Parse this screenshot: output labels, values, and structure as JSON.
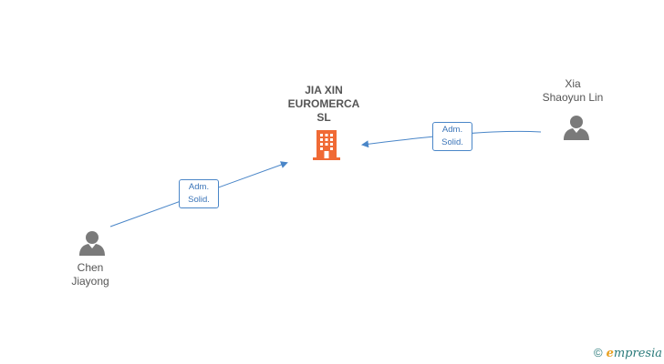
{
  "company": {
    "name_lines": [
      "JIA XIN",
      "EUROMERCA",
      "SL"
    ],
    "icon": "building-icon",
    "color": "#f06a35"
  },
  "persons": [
    {
      "id": "xia",
      "name_lines": [
        "Xia",
        "Shaoyun Lin"
      ],
      "icon": "person-icon"
    },
    {
      "id": "chen",
      "name_lines": [
        "Chen",
        "Jiayong"
      ],
      "icon": "person-icon"
    }
  ],
  "edges": [
    {
      "from": "xia",
      "to": "company",
      "label_lines": [
        "Adm.",
        "Solid."
      ]
    },
    {
      "from": "chen",
      "to": "company",
      "label_lines": [
        "Adm.",
        "Solid."
      ]
    }
  ],
  "colors": {
    "edge": "#4a86c8",
    "person": "#7a7a7a",
    "text": "#555555"
  },
  "watermark": {
    "symbol": "©",
    "brand_initial": "e",
    "brand_rest": "mpresia"
  }
}
